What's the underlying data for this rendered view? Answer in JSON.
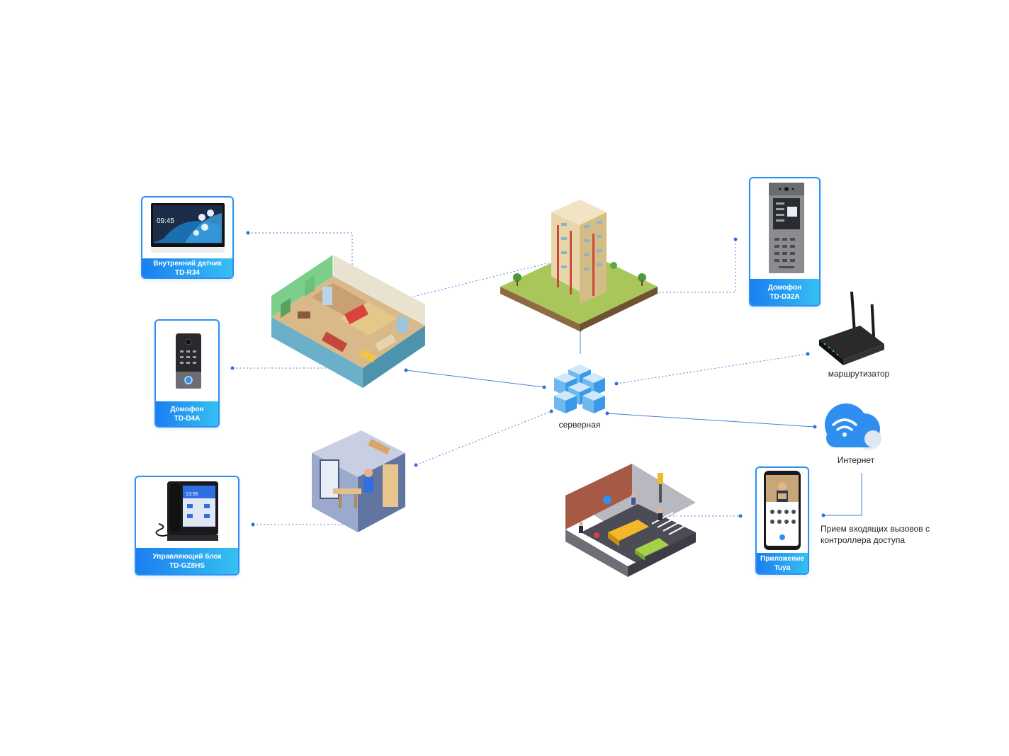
{
  "colors": {
    "accent": "#2f8ff0",
    "accent_light": "#35c0f2",
    "line": "#4a7fd8",
    "connector": "#e8a24a"
  },
  "devices": {
    "indoor_monitor": {
      "line1": "Внутренний датчик",
      "line2": "TD-R34",
      "icon": "indoor-monitor-icon"
    },
    "doorphone_d4a": {
      "line1": "Домофон",
      "line2": "TD-D4A",
      "icon": "door-panel-icon"
    },
    "control_unit": {
      "line1": "Управляющий блок",
      "line2": "TD-GZ8HS",
      "icon": "desk-phone-icon"
    },
    "doorphone_d32a": {
      "line1": "Домофон",
      "line2": "TD-D32A",
      "icon": "apartment-door-panel-icon"
    },
    "tuya_app": {
      "line1": "Приложение",
      "line2": "Tuya",
      "icon": "smartphone-app-icon"
    }
  },
  "nodes": {
    "server": "серверная",
    "router": "маршрутизатор",
    "internet": "Интернет",
    "incoming_calls": {
      "line1": "Прием входящих вызовов с",
      "line2": "контроллера доступа"
    }
  },
  "scenes": [
    "apartment-scene",
    "high-rise-building",
    "office-room-scene",
    "street-parking-scene"
  ],
  "monitor_time": "09:45",
  "phone_time": "13:56"
}
